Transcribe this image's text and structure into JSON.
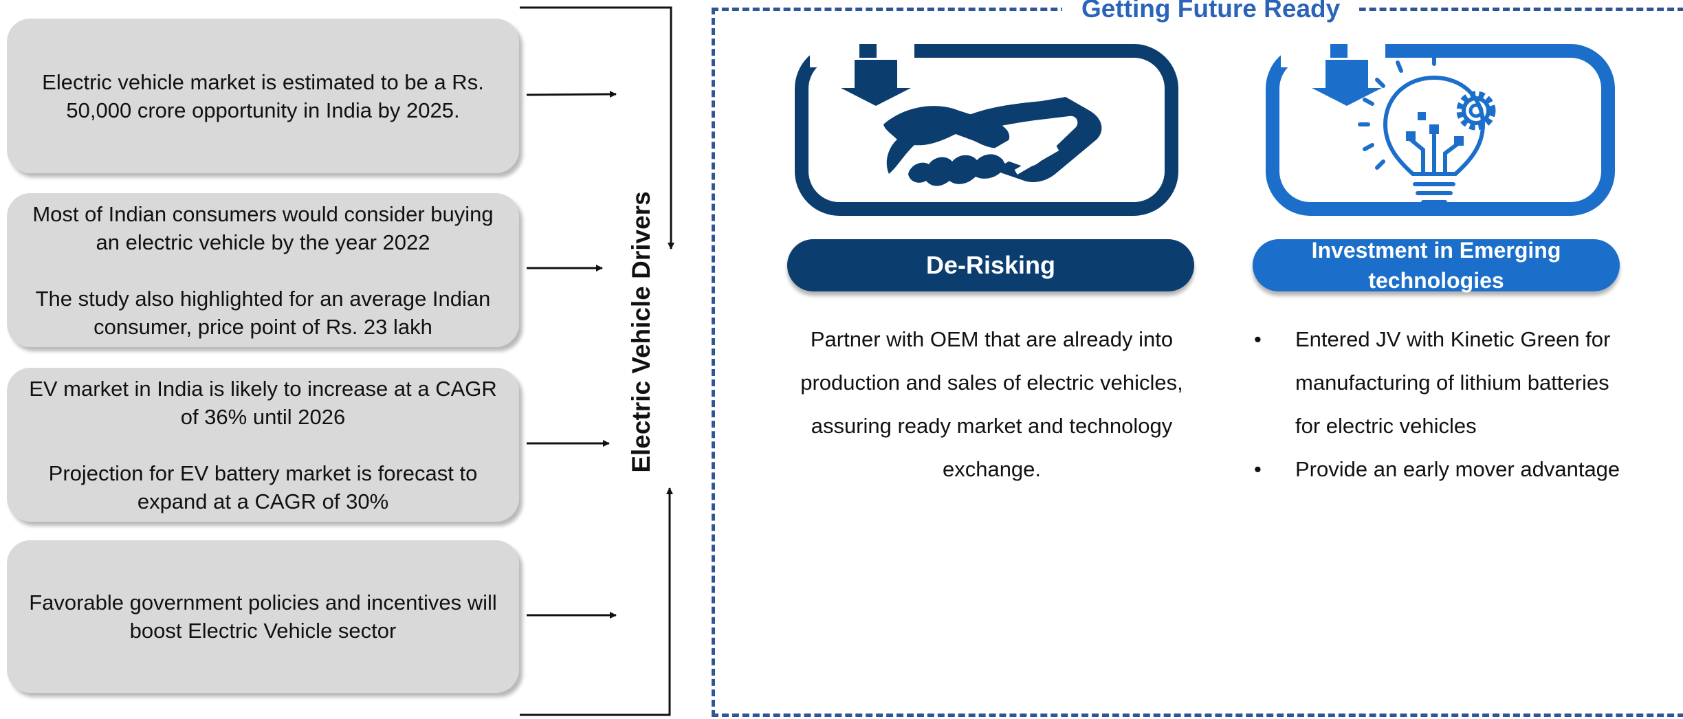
{
  "drivers": [
    {
      "paragraphs": [
        "Electric vehicle market is estimated to be a Rs. 50,000 crore opportunity in India by 2025."
      ]
    },
    {
      "paragraphs": [
        "Most of Indian consumers would consider buying an electric vehicle by the year 2022",
        "The study also highlighted for an average Indian consumer, price point of Rs. 23 lakh"
      ]
    },
    {
      "paragraphs": [
        "EV market in India is likely to increase at a CAGR of 36% until 2026",
        "Projection for EV battery market is forecast to expand at a CAGR of 30%"
      ]
    },
    {
      "paragraphs": [
        "Favorable government policies and incentives will boost Electric Vehicle sector"
      ]
    }
  ],
  "center_label": "Electric Vehicle Drivers",
  "future": {
    "title": "Getting Future Ready",
    "cards": [
      {
        "icon": "handshake-icon",
        "color": "#0b3d6f",
        "title": "De-Risking",
        "description": "Partner with OEM that are already into production and sales of electric vehicles, assuring ready market and technology exchange."
      },
      {
        "icon": "lightbulb-gear-icon",
        "color": "#1b6fcb",
        "title": "Investment in Emerging technologies",
        "bullets": [
          "Entered JV with Kinetic Green for manufacturing of lithium batteries for electric vehicles",
          "Provide an early mover advantage"
        ]
      }
    ]
  },
  "colors": {
    "frame": "#2f5597",
    "title": "#2a63b8",
    "box": "#d9d9d9"
  }
}
